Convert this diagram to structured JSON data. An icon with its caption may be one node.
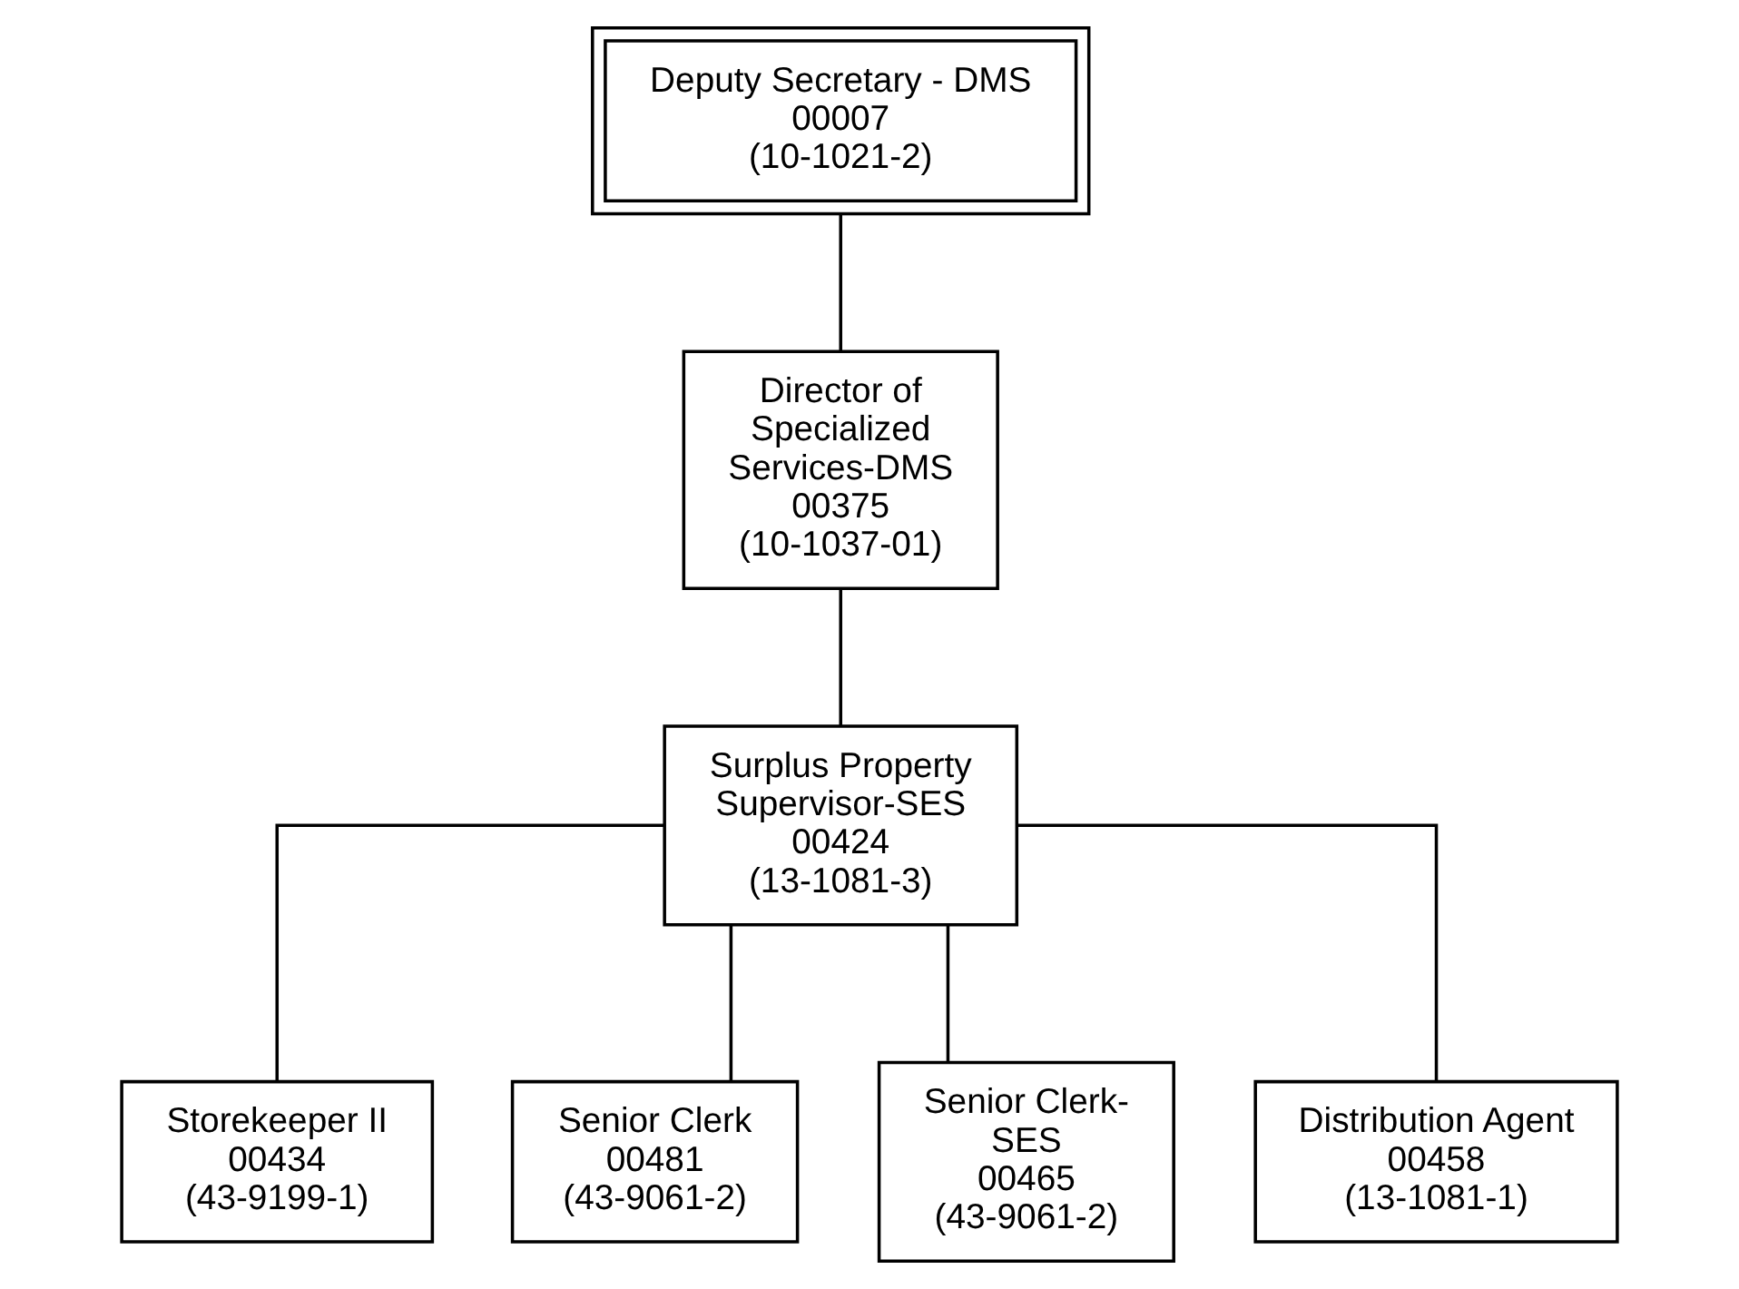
{
  "diagram": {
    "nodes": [
      {
        "text": [
          "Deputy Secretary - DMS",
          "00007",
          "(10-1021-2)"
        ]
      },
      {
        "text": [
          "Director of Specialized Services-DMS",
          "00375",
          "(10-1037-01)"
        ]
      },
      {
        "text": [
          "Surplus Property Supervisor-SES",
          "00424",
          "(13-1081-3)"
        ]
      },
      {
        "text": [
          "Storekeeper II",
          "00434",
          "(43-9199-1)"
        ]
      },
      {
        "text": [
          "Senior Clerk",
          "00481",
          "(43-9061-2)"
        ]
      },
      {
        "text": [
          "Senior Clerk- SES",
          "00465",
          "(43-9061-2)"
        ]
      },
      {
        "text": [
          "Distribution Agent",
          "00458",
          "(13-1081-1)"
        ]
      }
    ],
    "edges": [
      {
        "from": 0,
        "to": 1,
        "arrow": "none"
      },
      {
        "from": 1,
        "to": 2,
        "arrow": "none"
      },
      {
        "from": 2,
        "to": 3,
        "arrow": "none"
      },
      {
        "from": 2,
        "to": 4,
        "arrow": "none"
      },
      {
        "from": 2,
        "to": 5,
        "arrow": "none"
      },
      {
        "from": 2,
        "to": 6,
        "arrow": "none"
      }
    ]
  }
}
